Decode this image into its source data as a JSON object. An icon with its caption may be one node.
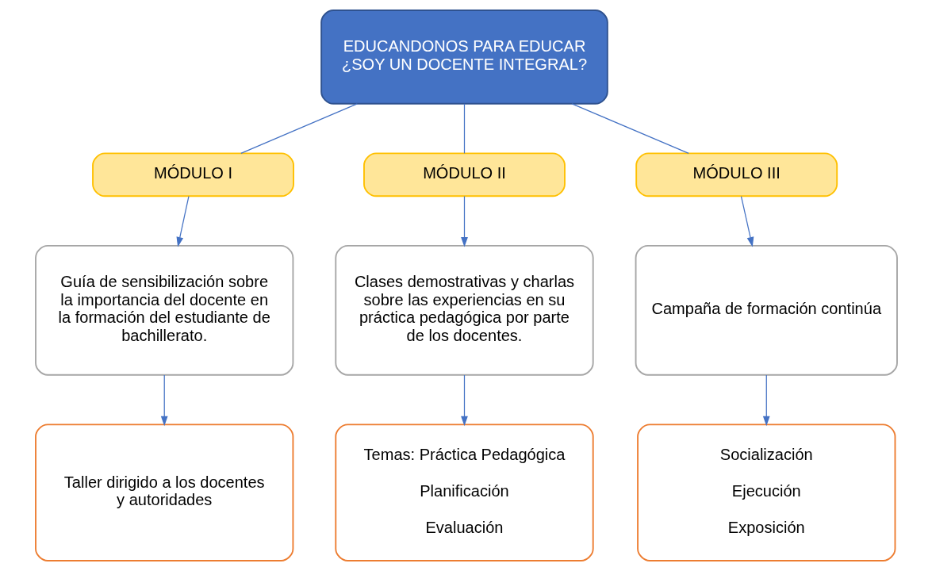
{
  "diagram": {
    "nodes": [
      {
        "text": [
          "EDUCANDONOS PARA EDUCAR",
          "¿SOY UN DOCENTE INTEGRAL?"
        ]
      },
      {
        "text": [
          "MÓDULO I"
        ]
      },
      {
        "text": [
          "MÓDULO II"
        ]
      },
      {
        "text": [
          "MÓDULO III"
        ]
      },
      {
        "text": [
          "Guía de sensibilización sobre la importancia del docente en la formación del estudiante de bachillerato."
        ]
      },
      {
        "text": [
          "Clases demostrativas y charlas sobre las experiencias en su práctica pedagógica por parte de los docentes."
        ]
      },
      {
        "text": [
          "Campaña de formación continúa"
        ]
      },
      {
        "text": [
          "Taller dirigido a los docentes y autoridades"
        ]
      },
      {
        "text": [
          "Temas: Práctica Pedagógica",
          "Planificación",
          "Evaluación"
        ]
      },
      {
        "text": [
          "Socialización",
          "Ejecución",
          "Exposición"
        ]
      }
    ],
    "edges": [
      {
        "from": 0,
        "to": 1,
        "arrow": "none"
      },
      {
        "from": 0,
        "to": 2,
        "arrow": "none"
      },
      {
        "from": 0,
        "to": 3,
        "arrow": "none"
      },
      {
        "from": 1,
        "to": 4,
        "arrow": "to"
      },
      {
        "from": 2,
        "to": 5,
        "arrow": "to"
      },
      {
        "from": 3,
        "to": 6,
        "arrow": "to"
      },
      {
        "from": 4,
        "to": 7,
        "arrow": "to"
      },
      {
        "from": 5,
        "to": 8,
        "arrow": "to"
      },
      {
        "from": 6,
        "to": 9,
        "arrow": "to"
      }
    ]
  }
}
